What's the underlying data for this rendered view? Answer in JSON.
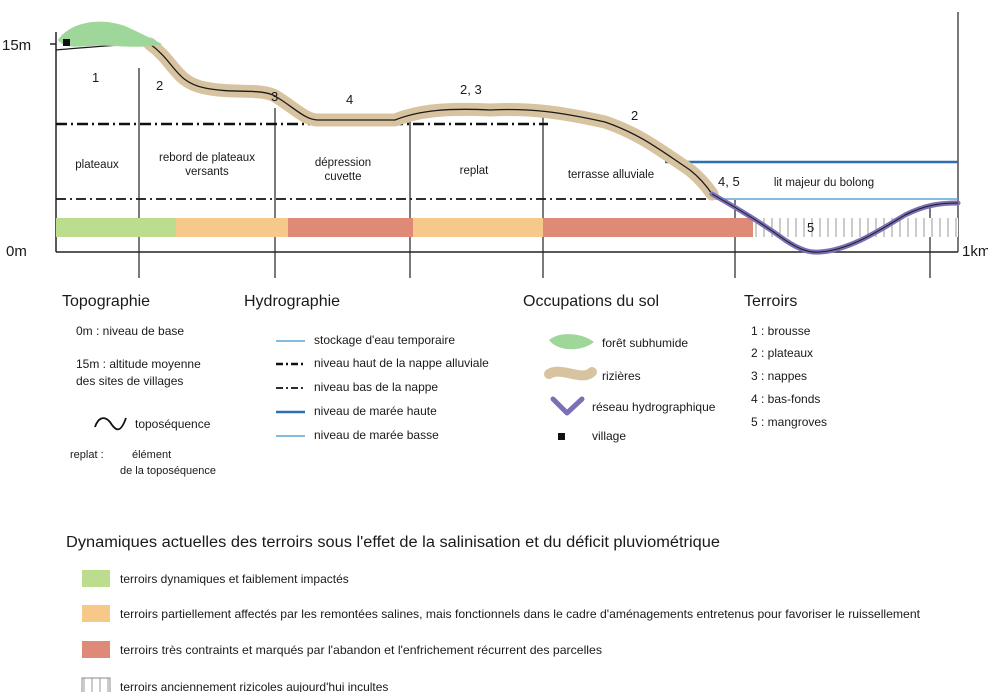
{
  "axis": {
    "y_top_label": "15m",
    "y_bottom_label": "0m",
    "x_end_label": "1km"
  },
  "terroir_numbers": [
    "1",
    "2",
    "3",
    "4",
    "2, 3",
    "2",
    "4, 5",
    "5"
  ],
  "zones": [
    {
      "lines": [
        "plateaux"
      ]
    },
    {
      "lines": [
        "rebord de plateaux",
        "versants"
      ]
    },
    {
      "lines": [
        "dépression",
        "cuvette"
      ]
    },
    {
      "lines": [
        "replat"
      ]
    },
    {
      "lines": [
        "terrasse alluviale"
      ]
    },
    {
      "lines": [
        "lit majeur du bolong"
      ]
    }
  ],
  "dynamics_bar": [
    "green",
    "orange",
    "red",
    "orange",
    "red",
    "hatched"
  ],
  "legend": {
    "topographie": {
      "title": "Topographie",
      "items": [
        [
          "0m : niveau de base"
        ],
        [
          "15m : altitude moyenne",
          "des sites de villages"
        ],
        [
          "toposéquence"
        ]
      ],
      "replat_key": "replat :",
      "replat_lines": [
        "élément",
        "de la toposéquence"
      ]
    },
    "hydrographie": {
      "title": "Hydrographie",
      "items": [
        "stockage d'eau temporaire",
        "niveau haut de la nappe alluviale",
        "niveau bas de la nappe",
        "niveau de marée haute",
        "niveau de marée basse"
      ]
    },
    "occupations": {
      "title": "Occupations du sol",
      "items": [
        "forêt subhumide",
        "rizières",
        "réseau hydrographique",
        "village"
      ]
    },
    "terroirs": {
      "title": "Terroirs",
      "items": [
        "1 : brousse",
        "2 : plateaux",
        "3 : nappes",
        "4 : bas-fonds",
        "5 : mangroves"
      ]
    }
  },
  "dynamics": {
    "title": "Dynamiques actuelles des terroirs sous l'effet de la salinisation et du déficit pluviométrique",
    "items": [
      "terroirs dynamiques et faiblement impactés",
      "terroirs partiellement affectés par les remontées salines, mais fonctionnels dans le cadre d'aménagements entretenus pour favoriser le ruissellement",
      "terroirs très contraints et marqués par l'abandon et l'enfrichement récurrent des parcelles",
      "terroirs anciennement rizicoles aujourd'hui incultes"
    ]
  },
  "colors": {
    "forest": "#9fd69a",
    "rice": "#d8c3a0",
    "hydro": "#7b6fb6",
    "green_bar": "#bcdc8e",
    "orange_bar": "#f6c98a",
    "red_bar": "#de8a76",
    "tide_high": "#2f6fb0",
    "tide_low": "#5aa6d6"
  }
}
